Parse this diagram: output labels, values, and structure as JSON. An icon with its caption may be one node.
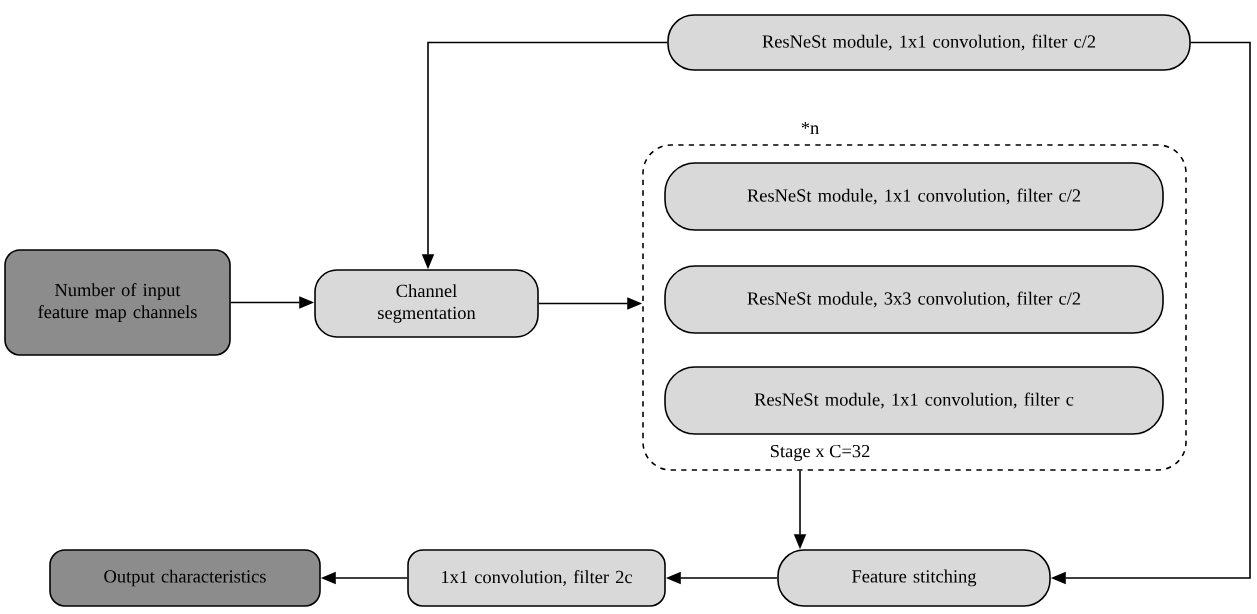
{
  "diagram": {
    "nodes": [
      {
        "text": [
          "Number of input feature map channels"
        ]
      },
      {
        "text": [
          "Channel segmentation"
        ]
      },
      {
        "text": [
          "Stage x C=32"
        ],
        "beside": [
          "*n"
        ]
      },
      {
        "text": [
          "ResNeSt module, 1x1 convolution, filter c/2"
        ],
        "in": 2
      },
      {
        "text": [
          "ResNeSt module, 3x3 convolution, filter c/2"
        ],
        "in": 2
      },
      {
        "text": [
          "ResNeSt module, 1x1 convolution, filter c"
        ],
        "in": 2
      },
      {
        "text": [
          "ResNeSt module, 1x1 convolution, filter c/2"
        ]
      },
      {
        "text": [
          "Feature stitching"
        ]
      },
      {
        "text": [
          "1x1 convolution, filter 2c"
        ]
      },
      {
        "text": [
          "Output characteristics"
        ]
      }
    ],
    "edges": [
      {
        "from": 0,
        "to": 1,
        "arrow": "to"
      },
      {
        "from": 1,
        "to": 2,
        "arrow": "to"
      },
      {
        "from": 6,
        "to": 1,
        "arrow": "to"
      },
      {
        "from": 6,
        "to": 7,
        "arrow": "to"
      },
      {
        "from": 2,
        "to": 7,
        "arrow": "to"
      },
      {
        "from": 7,
        "to": 8,
        "arrow": "to"
      },
      {
        "from": 8,
        "to": 9,
        "arrow": "to"
      }
    ]
  }
}
